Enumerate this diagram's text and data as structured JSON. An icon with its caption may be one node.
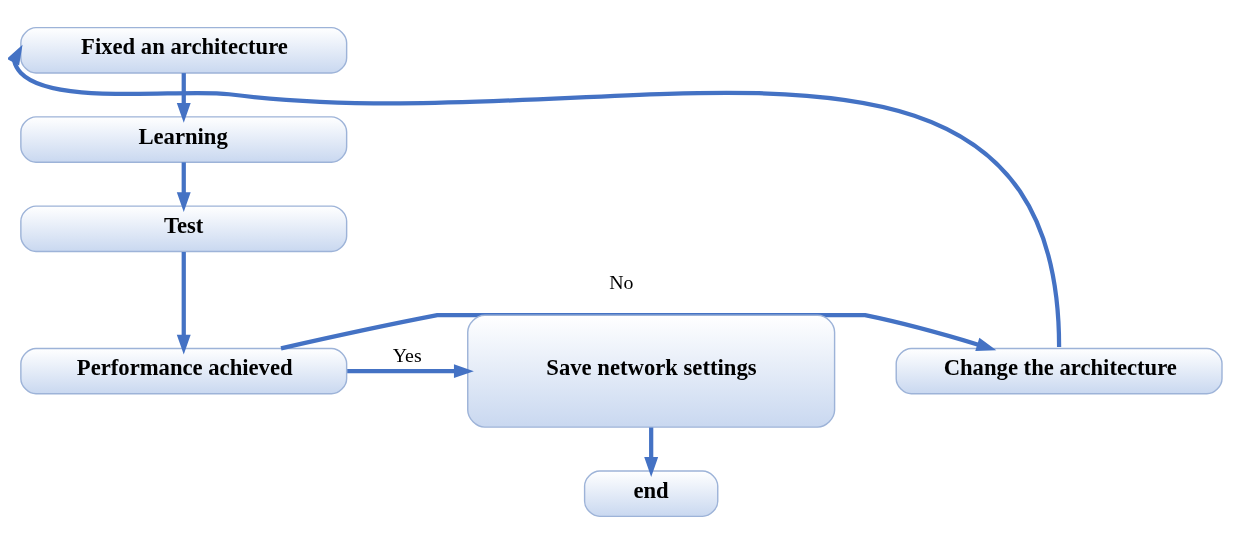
{
  "diagram": {
    "nodes": [
      {
        "text": [
          "Fixed an architecture"
        ]
      },
      {
        "text": [
          "Learning"
        ]
      },
      {
        "text": [
          "Test"
        ]
      },
      {
        "text": [
          "Performance achieved"
        ]
      },
      {
        "text": [
          "Change the architecture"
        ]
      },
      {
        "text": [
          "Save network settings"
        ]
      },
      {
        "text": [
          "end"
        ]
      }
    ],
    "edges": [
      {
        "from": 0,
        "to": 1,
        "arrow": "to"
      },
      {
        "from": 1,
        "to": 2,
        "arrow": "to"
      },
      {
        "from": 2,
        "to": 3,
        "arrow": "to"
      },
      {
        "from": 3,
        "to": 4,
        "arrow": "to",
        "label": "No"
      },
      {
        "from": 3,
        "to": 5,
        "arrow": "to",
        "label": "Yes"
      },
      {
        "from": 5,
        "to": 6,
        "arrow": "to"
      },
      {
        "from": 4,
        "to": 0,
        "arrow": "to"
      }
    ]
  }
}
